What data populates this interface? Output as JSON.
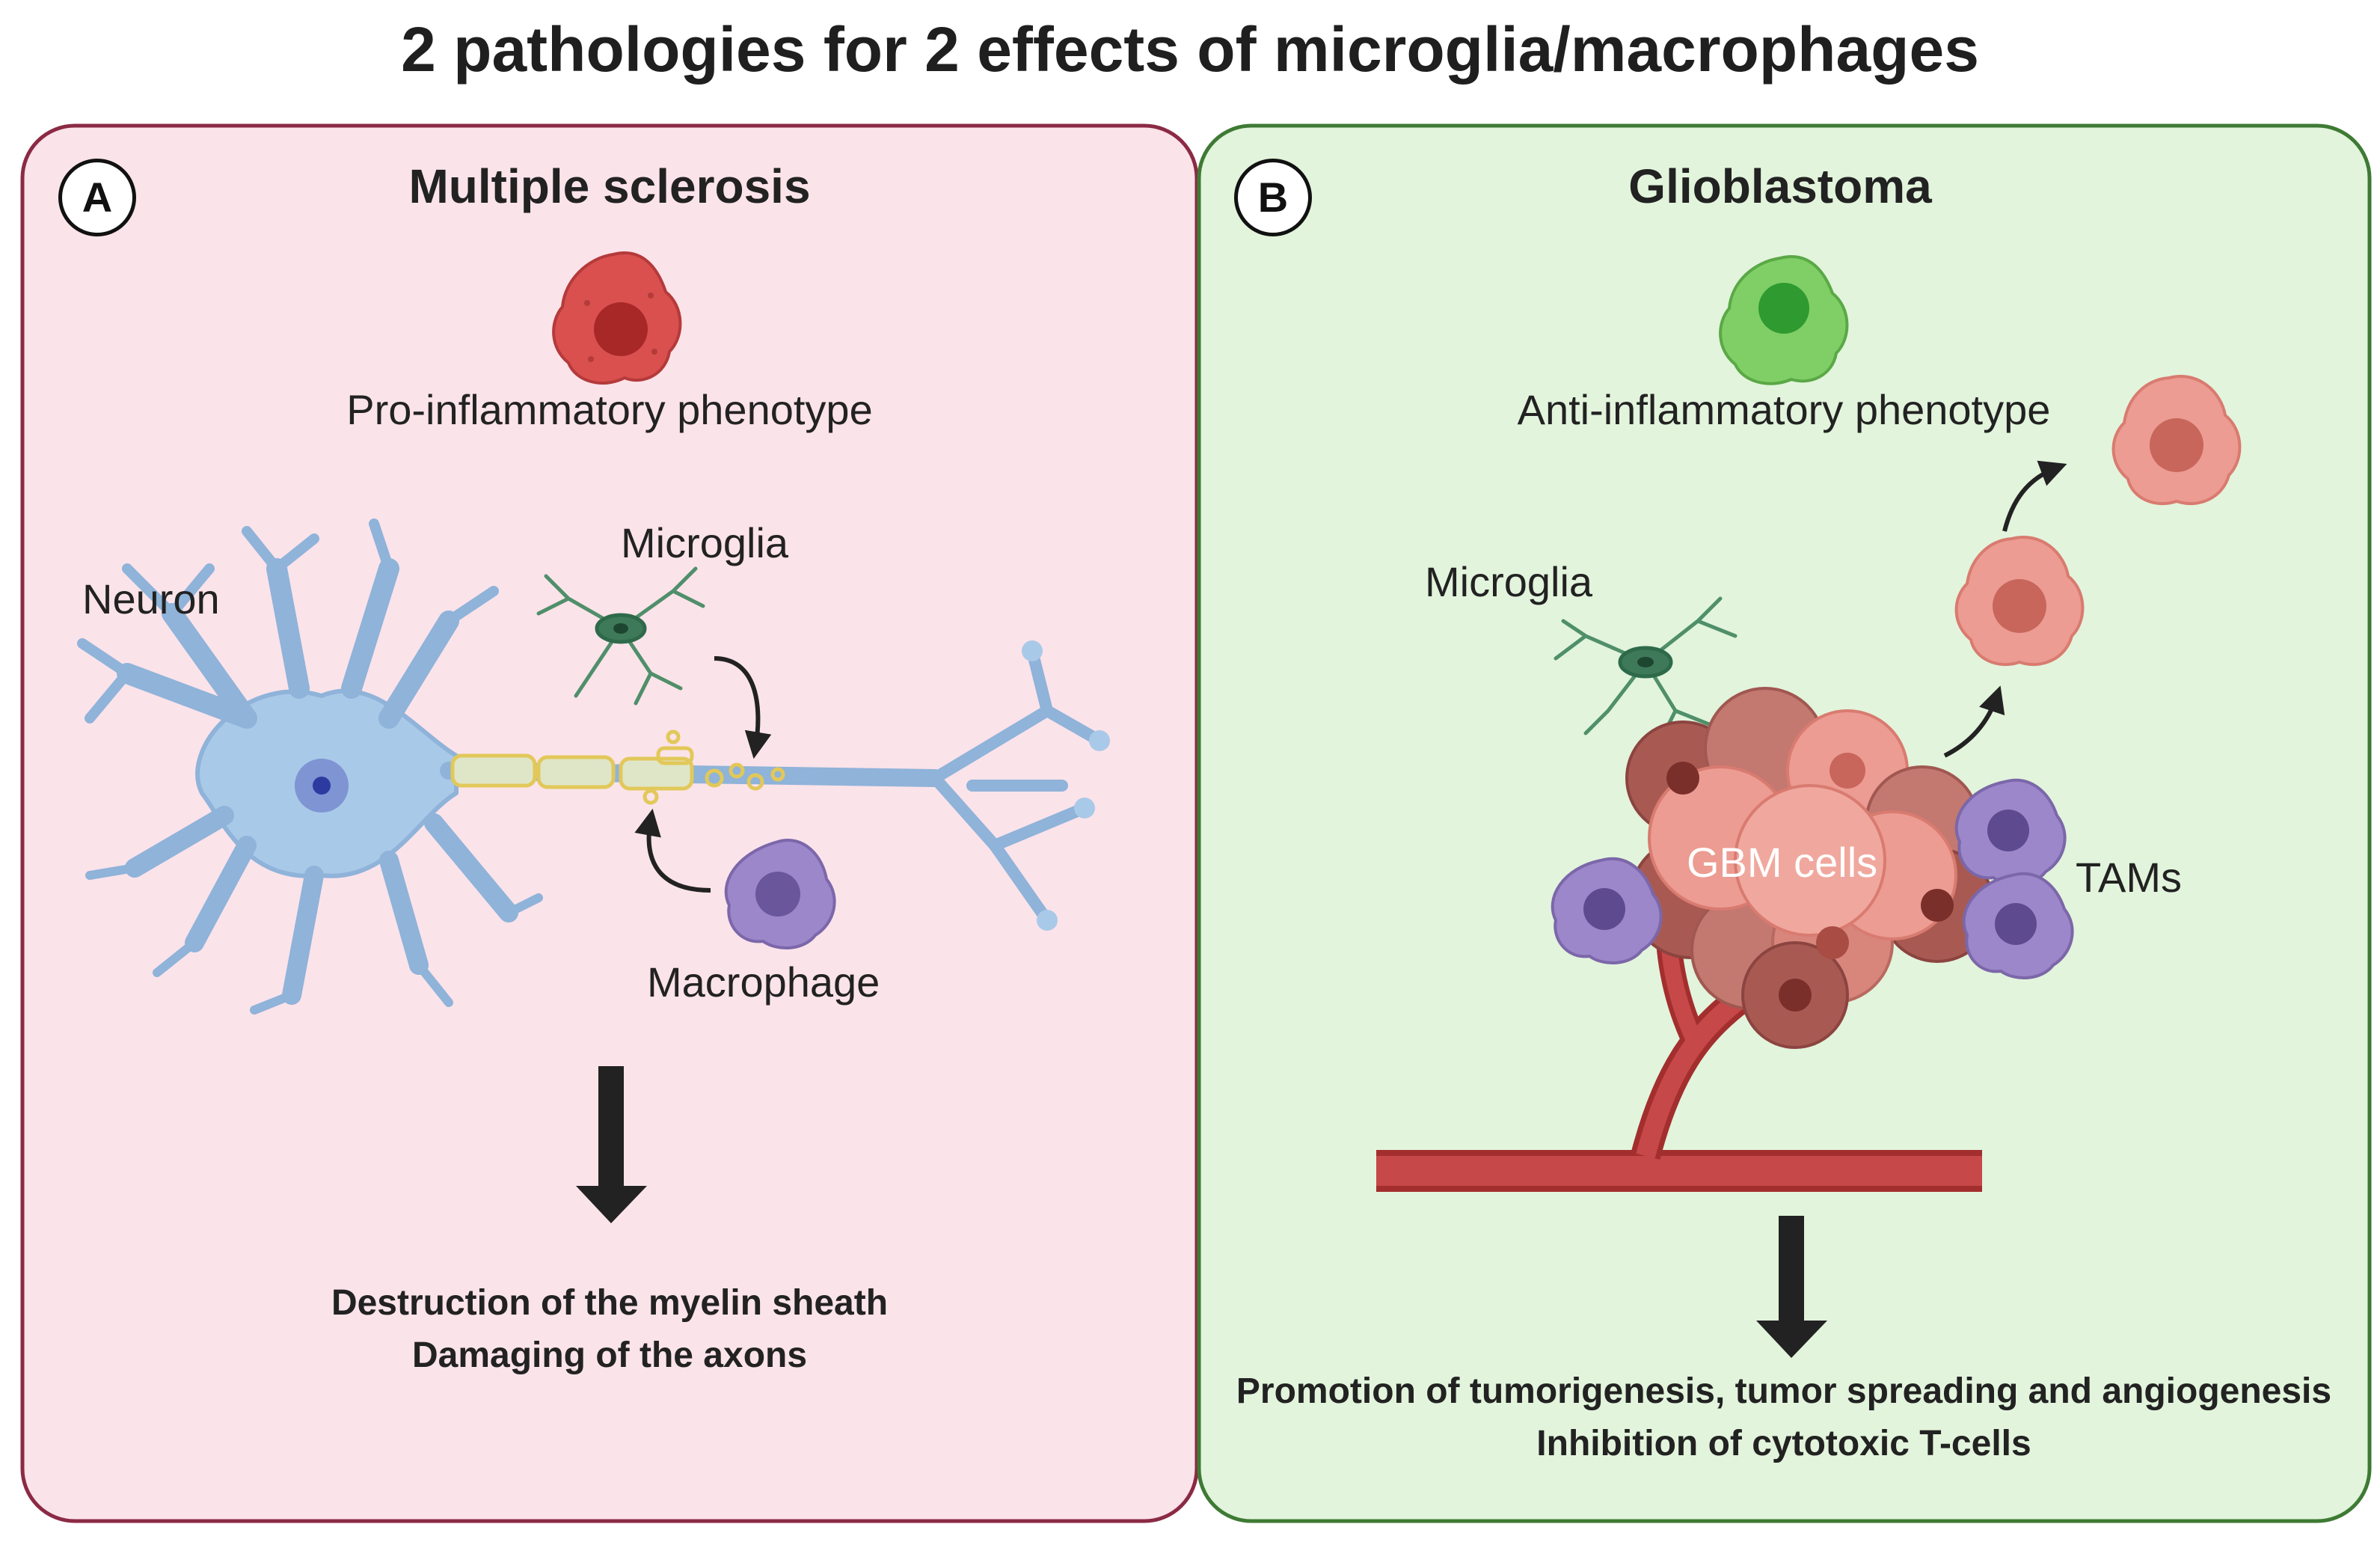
{
  "title": "2 pathologies for 2 effects of microglia/macrophages",
  "panel_a": {
    "badge": "A",
    "heading": "Multiple sclerosis",
    "phenotype": "Pro-inflammatory phenotype",
    "neuron_label": "Neuron",
    "microglia_label": "Microglia",
    "macrophage_label": "Macrophage",
    "outcome_line1": "Destruction of the myelin sheath",
    "outcome_line2": "Damaging of the axons",
    "colors": {
      "background": "#fbe3ea",
      "border": "#8b2a45",
      "cell": "#d9504f",
      "neuron": "#a9c9e8",
      "myelin": "#e9d98c"
    }
  },
  "panel_b": {
    "badge": "B",
    "heading": "Glioblastoma",
    "phenotype": "Anti-inflammatory phenotype",
    "microglia_label": "Microglia",
    "tumor_label": "GBM cells",
    "tams_label": "TAMs",
    "outcome_line1": "Promotion of tumorigenesis, tumor spreading and angiogenesis",
    "outcome_line2": "Inhibition of cytotoxic T-cells",
    "colors": {
      "background": "#e2f4dc",
      "border": "#3e7a34",
      "cell": "#7fcf66",
      "tumor": "#e8938a",
      "vessel": "#b83a3a",
      "tam": "#8e7cc3"
    }
  }
}
